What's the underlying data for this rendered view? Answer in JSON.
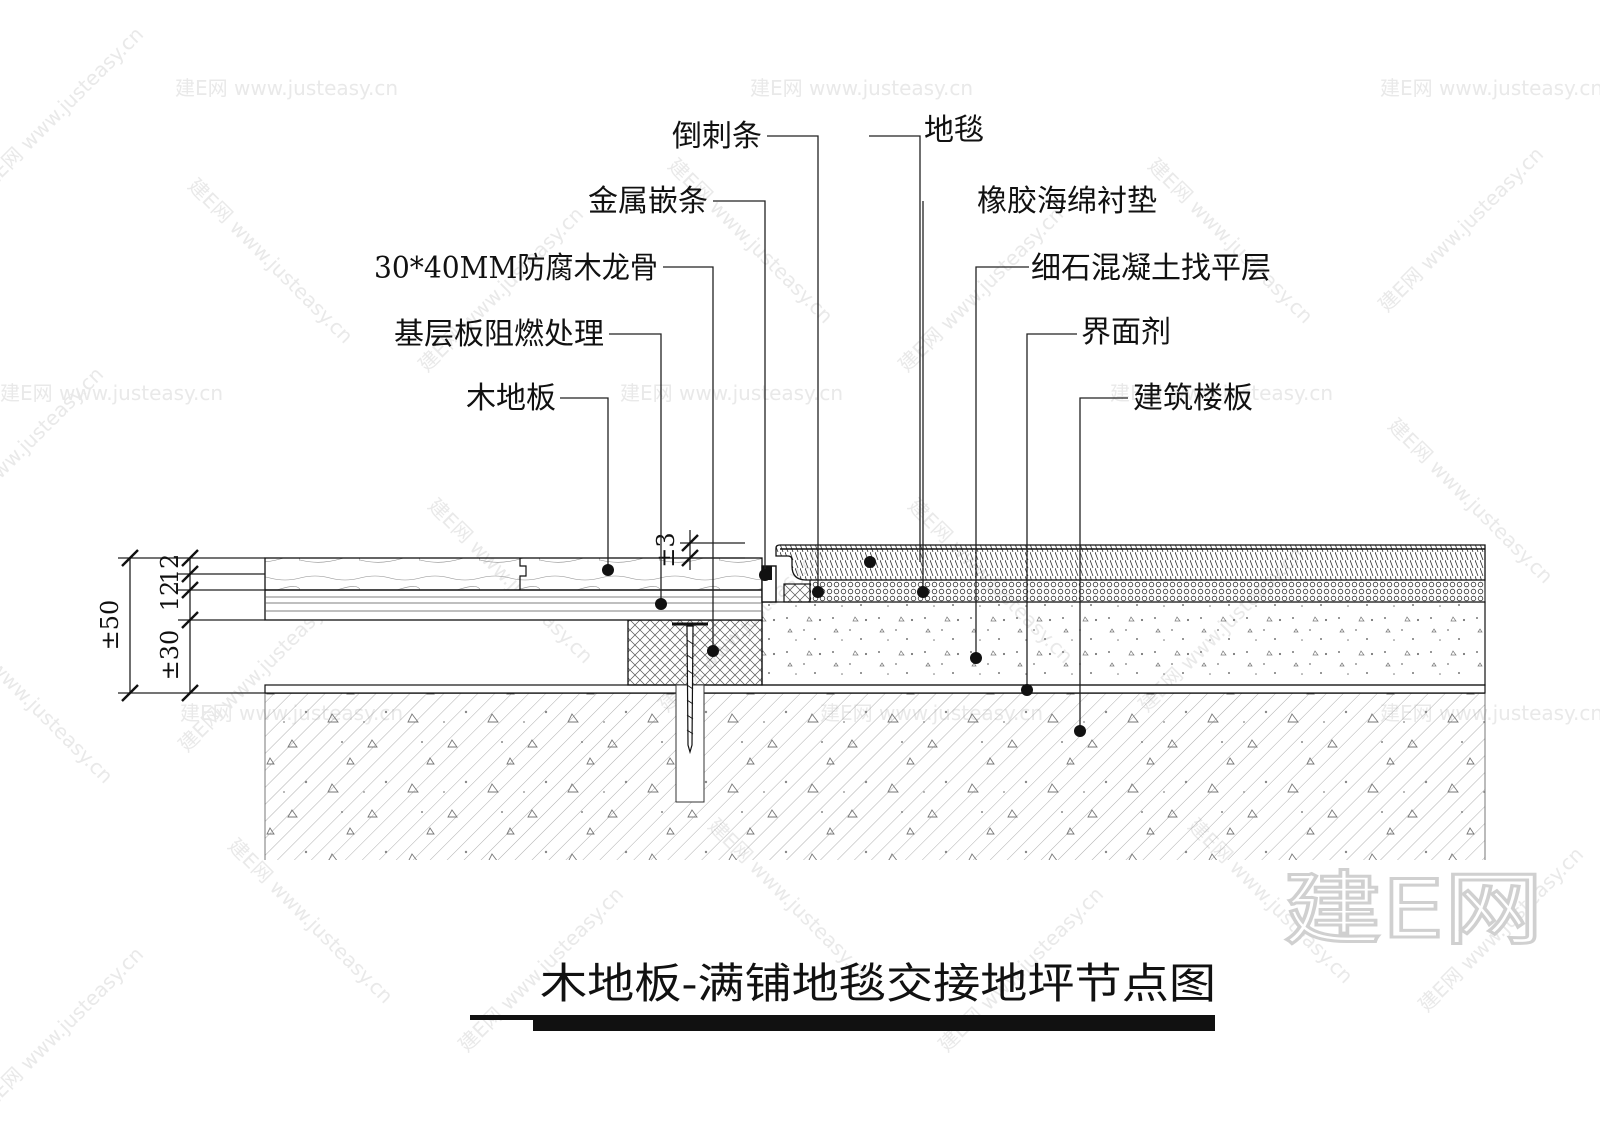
{
  "watermark": {
    "brand": "建E网",
    "url": "www.justeasy.cn"
  },
  "labels": {
    "barb_strip": "倒刺条",
    "carpet": "地毯",
    "metal_strip": "金属嵌条",
    "rubber_foam_pad": "橡胶海绵衬垫",
    "wood_joist": "30*40MM防腐木龙骨",
    "fine_stone_screed": "细石混凝土找平层",
    "base_board": "基层板阻燃处理",
    "interface_agent": "界面剂",
    "wood_floor": "木地板",
    "building_slab": "建筑楼板"
  },
  "dimensions": {
    "top_gap": "±3",
    "board_a": "12",
    "board_b": "12",
    "joist": "±30",
    "total": "±50"
  },
  "title": "木地板-满铺地毯交接地坪节点图",
  "logo": "建E网"
}
